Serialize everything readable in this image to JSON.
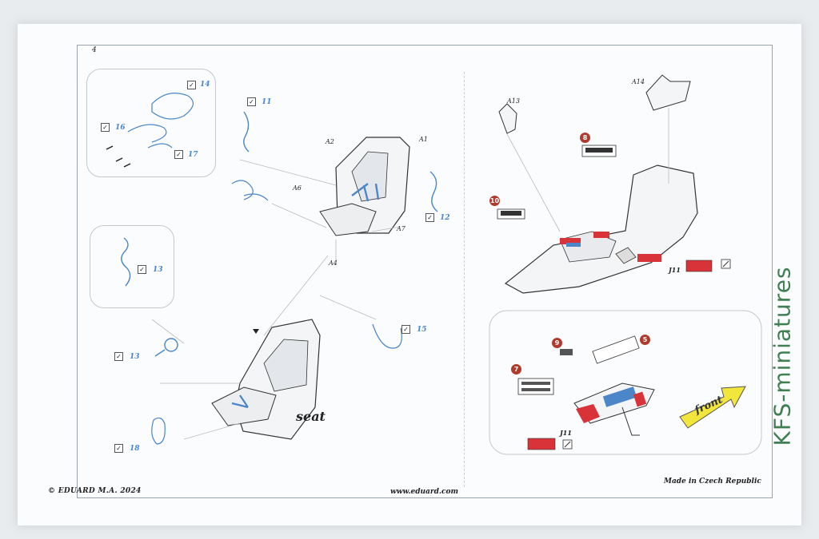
{
  "page": {
    "number": "4",
    "copyright": "© EDUARD M.A. 2024",
    "url": "www.eduard.com",
    "origin": "Made in Czech Republic",
    "watermark": "KFS-miniatures"
  },
  "seat_diagram": {
    "caption": "seat",
    "part_labels": [
      "A1",
      "A2",
      "A6",
      "A7",
      "A4"
    ]
  },
  "photo_etch_callouts": [
    "14",
    "16",
    "17",
    "11",
    "12",
    "13",
    "13",
    "15",
    "18"
  ],
  "cockpit_diagram": {
    "part_labels": [
      "A13",
      "A14"
    ],
    "decal_badges": [
      "8",
      "10",
      "9",
      "5",
      "7"
    ],
    "codes": [
      "J11",
      "J11"
    ],
    "direction_label": "front"
  },
  "colors": {
    "etch_blue": "#4a86c8",
    "decal_red": "#d9333a",
    "badge_red": "#b03a2e",
    "arrow_yellow": "#f2e63c",
    "watermark_green": "#3f7f52"
  }
}
